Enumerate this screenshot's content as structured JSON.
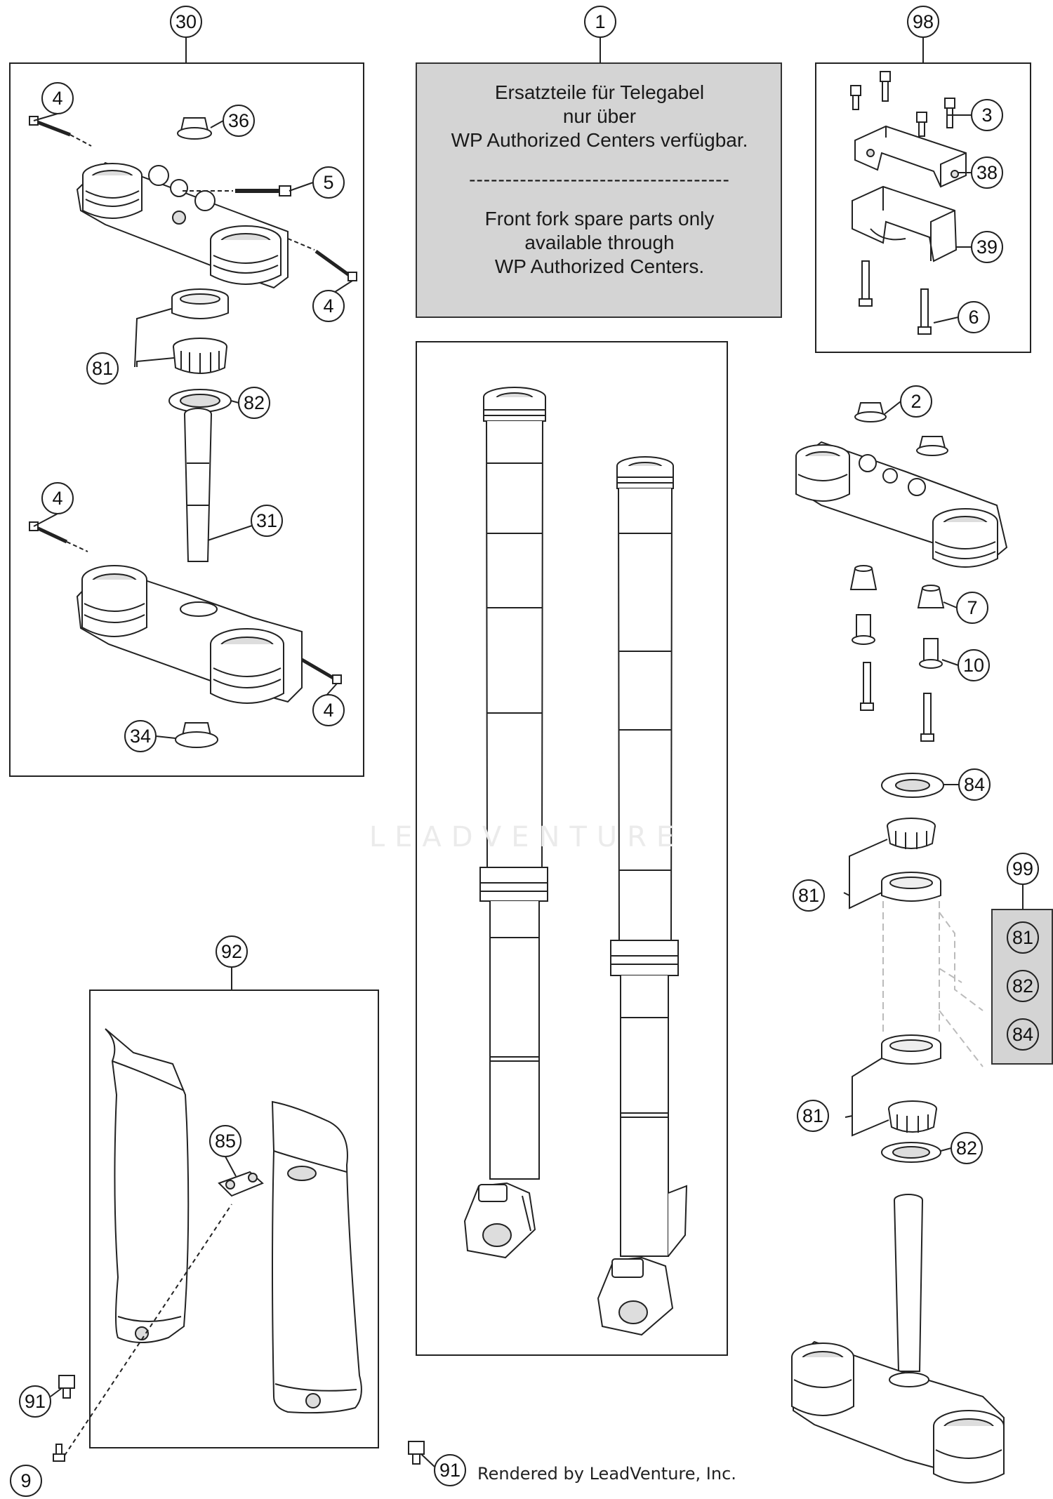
{
  "info_box": {
    "de_line1": "Ersatzteile für Telegabel",
    "de_line2": "nur über",
    "de_line3": "WP Authorized Centers verfügbar.",
    "separator": "------------------------------------",
    "en_line1": "Front fork spare parts only",
    "en_line2": "available through",
    "en_line3": "WP Authorized Centers."
  },
  "watermark": "LEADVENTURE",
  "footer": "Rendered by LeadVenture, Inc.",
  "kit_99_items": [
    "81",
    "82",
    "84"
  ],
  "callouts": [
    {
      "id": "c30",
      "label": "30"
    },
    {
      "id": "c1",
      "label": "1"
    },
    {
      "id": "c98",
      "label": "98"
    },
    {
      "id": "c4a",
      "label": "4"
    },
    {
      "id": "c36",
      "label": "36"
    },
    {
      "id": "c5",
      "label": "5"
    },
    {
      "id": "c4b",
      "label": "4"
    },
    {
      "id": "c81a",
      "label": "81"
    },
    {
      "id": "c82a",
      "label": "82"
    },
    {
      "id": "c4c",
      "label": "4"
    },
    {
      "id": "c31",
      "label": "31"
    },
    {
      "id": "c4d",
      "label": "4"
    },
    {
      "id": "c34",
      "label": "34"
    },
    {
      "id": "c3",
      "label": "3"
    },
    {
      "id": "c38",
      "label": "38"
    },
    {
      "id": "c39",
      "label": "39"
    },
    {
      "id": "c6",
      "label": "6"
    },
    {
      "id": "c2",
      "label": "2"
    },
    {
      "id": "c7",
      "label": "7"
    },
    {
      "id": "c10",
      "label": "10"
    },
    {
      "id": "c84",
      "label": "84"
    },
    {
      "id": "c81b",
      "label": "81"
    },
    {
      "id": "c99",
      "label": "99"
    },
    {
      "id": "c81c",
      "label": "81"
    },
    {
      "id": "c82b",
      "label": "82"
    },
    {
      "id": "c92",
      "label": "92"
    },
    {
      "id": "c85",
      "label": "85"
    },
    {
      "id": "c91a",
      "label": "91"
    },
    {
      "id": "c9",
      "label": "9"
    },
    {
      "id": "c91b",
      "label": "91"
    }
  ]
}
